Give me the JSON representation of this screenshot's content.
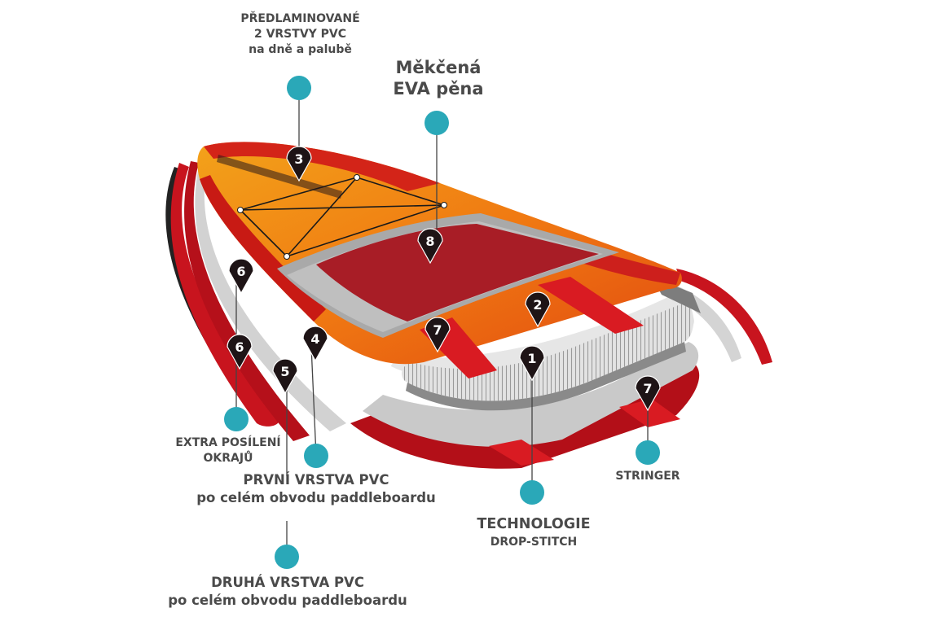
{
  "labels": {
    "predlaminovane": {
      "line1": "PŘEDLAMINOVANÉ",
      "line2": "2 VRSTVY PVC",
      "line3": "na dně a palubě"
    },
    "eva": {
      "line1": "Měkčená",
      "line2": "EVA pěna"
    },
    "extra": {
      "line1": "EXTRA POSÍLENÍ",
      "line2": "OKRAJŮ"
    },
    "prvni": {
      "line1": "PRVNÍ VRSTVA PVC",
      "line2": "po celém obvodu paddleboardu"
    },
    "druha": {
      "line1": "DRUHÁ VRSTVA PVC",
      "line2": "po celém obvodu paddleboardu"
    },
    "technologie": {
      "line1": "TECHNOLOGIE",
      "line2": "DROP-STITCH"
    },
    "stringer": {
      "line1": "STRINGER"
    }
  },
  "markers": {
    "m3": "3",
    "m8": "8",
    "m6a": "6",
    "m6b": "6",
    "m4": "4",
    "m5": "5",
    "m7a": "7",
    "m2": "2",
    "m1": "1",
    "m7b": "7"
  },
  "colors": {
    "dot": "#2aa8b8",
    "marker": "#1e1416",
    "text": "#4a4a4a",
    "red": "#c8141e"
  }
}
